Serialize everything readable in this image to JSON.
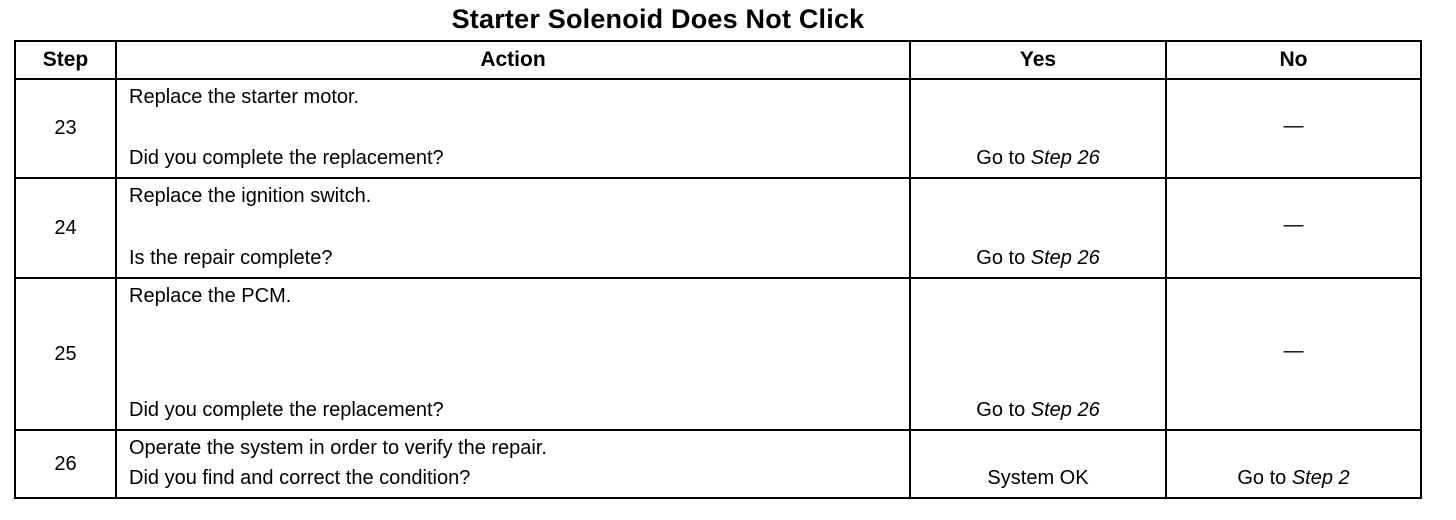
{
  "title": "Starter Solenoid Does Not Click",
  "headers": {
    "step": "Step",
    "action": "Action",
    "yes": "Yes",
    "no": "No"
  },
  "rows": [
    {
      "step": "23",
      "instruction": "Replace the starter motor.",
      "question": "Did you complete the replacement?",
      "yes_prefix": "Go to ",
      "yes_ref": "Step 26",
      "no_prefix": "",
      "no_ref": "",
      "no_dash": "—"
    },
    {
      "step": "24",
      "instruction": "Replace the ignition switch.",
      "question": "Is the repair complete?",
      "yes_prefix": "Go to ",
      "yes_ref": "Step 26",
      "no_prefix": "",
      "no_ref": "",
      "no_dash": "—"
    },
    {
      "step": "25",
      "instruction": "Replace the PCM.",
      "question": "Did you complete the replacement?",
      "yes_prefix": "Go to ",
      "yes_ref": "Step 26",
      "no_prefix": "",
      "no_ref": "",
      "no_dash": "—"
    },
    {
      "step": "26",
      "instruction": "Operate the system in order to verify the repair.",
      "question": "Did you find and correct the condition?",
      "yes_prefix": "System OK",
      "yes_ref": "",
      "no_prefix": "Go to ",
      "no_ref": "Step 2",
      "no_dash": ""
    }
  ]
}
